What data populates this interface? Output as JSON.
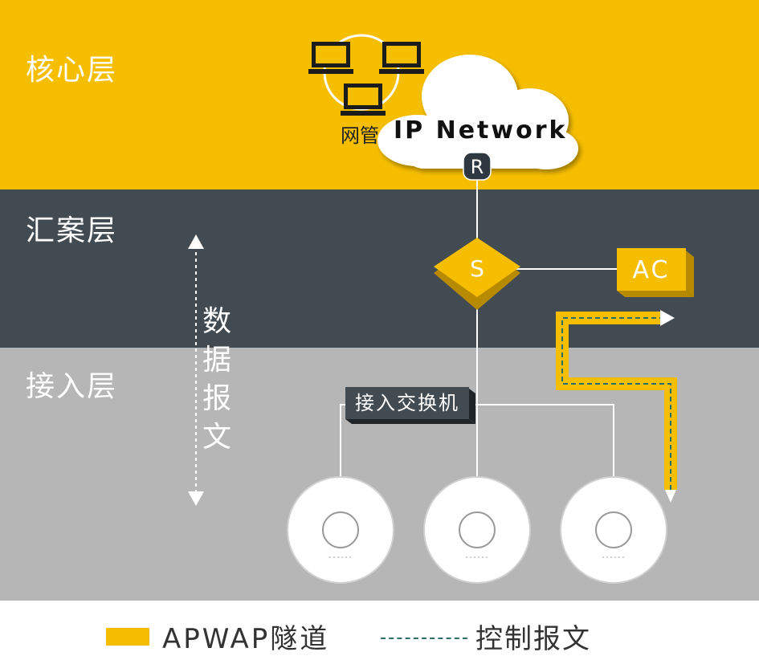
{
  "layers": {
    "core": "核心层",
    "aggregation": "汇案层",
    "access": "接入层"
  },
  "nodes": {
    "network_mgmt": "网管",
    "ip_network": "IP Network",
    "router": "R",
    "switch": "S",
    "ac": "AC",
    "access_switch": "接入交换机"
  },
  "data_packet_label": "数据报文",
  "legend": {
    "tunnel": "APWAP隧道",
    "control": "控制报文"
  },
  "colors": {
    "core_band": "#f6be00",
    "aggregation_band": "#424b52",
    "access_band": "#b6b6b6",
    "tunnel": "#f6be00",
    "control_line": "#2c6e66"
  }
}
